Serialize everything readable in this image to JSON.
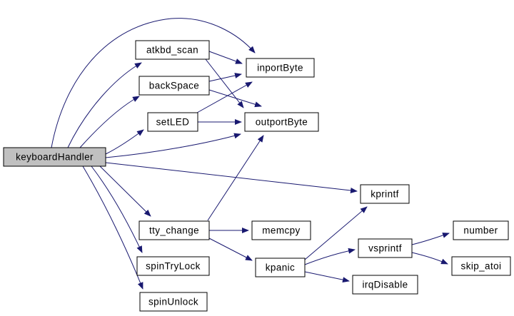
{
  "diagram": {
    "type": "call-graph",
    "root": "keyboardHandler",
    "edge_color": "#191970",
    "root_fill": "#c0c0c0",
    "node_fill": "#ffffff",
    "border_color": "#000000",
    "nodes": [
      {
        "id": "keyboardHandler",
        "label": "keyboardHandler",
        "root": true
      },
      {
        "id": "atkbd_scan",
        "label": "atkbd_scan"
      },
      {
        "id": "backSpace",
        "label": "backSpace"
      },
      {
        "id": "setLED",
        "label": "setLED"
      },
      {
        "id": "inportByte",
        "label": "inportByte"
      },
      {
        "id": "outportByte",
        "label": "outportByte"
      },
      {
        "id": "kprintf",
        "label": "kprintf"
      },
      {
        "id": "tty_change",
        "label": "tty_change"
      },
      {
        "id": "memcpy",
        "label": "memcpy"
      },
      {
        "id": "spinTryLock",
        "label": "spinTryLock"
      },
      {
        "id": "spinUnlock",
        "label": "spinUnlock"
      },
      {
        "id": "kpanic",
        "label": "kpanic"
      },
      {
        "id": "vsprintf",
        "label": "vsprintf"
      },
      {
        "id": "irqDisable",
        "label": "irqDisable"
      },
      {
        "id": "number",
        "label": "number"
      },
      {
        "id": "skip_atoi",
        "label": "skip_atoi"
      }
    ],
    "edges": [
      {
        "from": "keyboardHandler",
        "to": "inportByte"
      },
      {
        "from": "keyboardHandler",
        "to": "atkbd_scan"
      },
      {
        "from": "keyboardHandler",
        "to": "backSpace"
      },
      {
        "from": "keyboardHandler",
        "to": "setLED"
      },
      {
        "from": "keyboardHandler",
        "to": "outportByte"
      },
      {
        "from": "keyboardHandler",
        "to": "kprintf"
      },
      {
        "from": "keyboardHandler",
        "to": "tty_change"
      },
      {
        "from": "keyboardHandler",
        "to": "spinTryLock"
      },
      {
        "from": "keyboardHandler",
        "to": "spinUnlock"
      },
      {
        "from": "atkbd_scan",
        "to": "inportByte"
      },
      {
        "from": "atkbd_scan",
        "to": "outportByte"
      },
      {
        "from": "backSpace",
        "to": "inportByte"
      },
      {
        "from": "backSpace",
        "to": "outportByte"
      },
      {
        "from": "setLED",
        "to": "inportByte"
      },
      {
        "from": "setLED",
        "to": "outportByte"
      },
      {
        "from": "tty_change",
        "to": "memcpy"
      },
      {
        "from": "tty_change",
        "to": "outportByte"
      },
      {
        "from": "tty_change",
        "to": "kpanic"
      },
      {
        "from": "kpanic",
        "to": "kprintf"
      },
      {
        "from": "kpanic",
        "to": "vsprintf"
      },
      {
        "from": "kpanic",
        "to": "irqDisable"
      },
      {
        "from": "vsprintf",
        "to": "number"
      },
      {
        "from": "vsprintf",
        "to": "skip_atoi"
      }
    ]
  }
}
